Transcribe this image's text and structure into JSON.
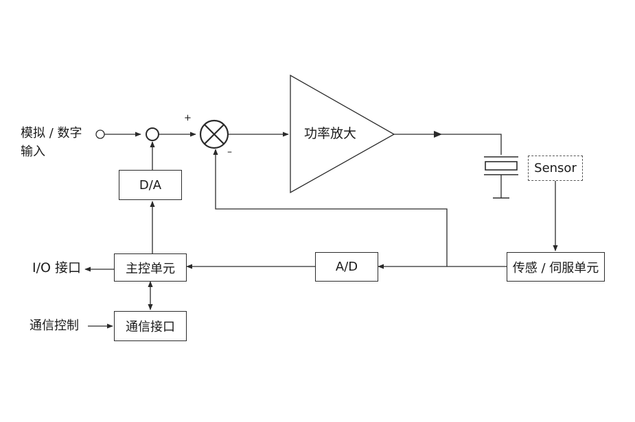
{
  "input": {
    "line1": "模拟 / 数字",
    "line2": "输入"
  },
  "blocks": {
    "da": "D/A",
    "ad": "A/D",
    "main_control": "主控单元",
    "comm_interface": "通信接口",
    "power_amp": "功率放大",
    "sensor": "Sensor",
    "sensor_servo": "传感 / 伺服单元"
  },
  "io": {
    "io_port": "I/O 接口",
    "comm_control": "通信控制"
  },
  "summing": {
    "plus": "+",
    "minus": "–"
  },
  "colors": {
    "line": "#2a2a2a",
    "text": "#1a1a1a"
  }
}
